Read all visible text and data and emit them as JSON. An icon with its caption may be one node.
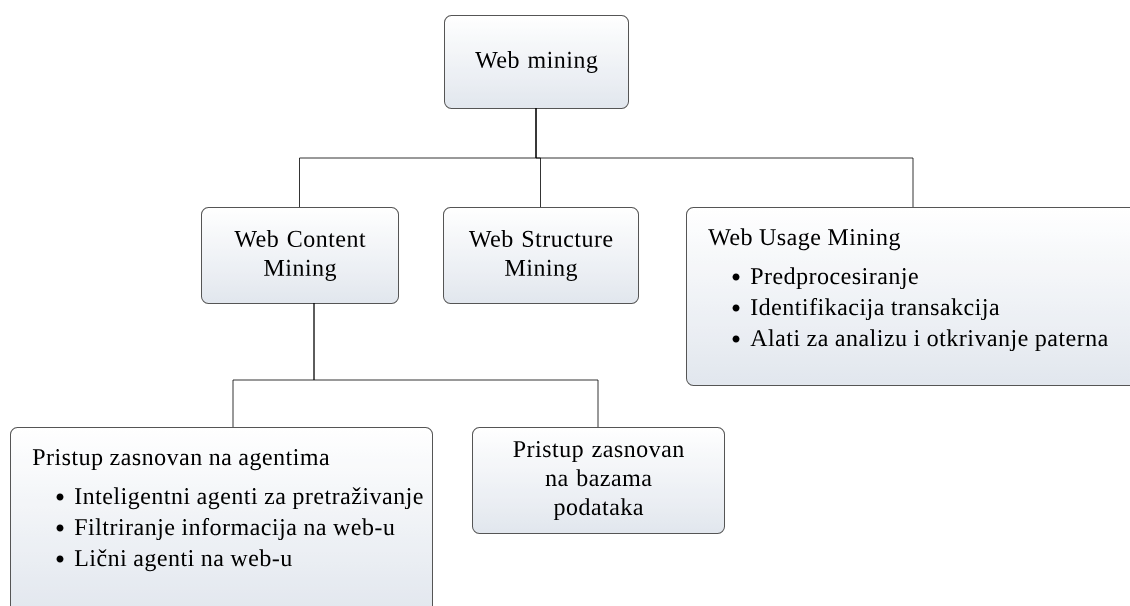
{
  "diagram": {
    "nodes": [
      {
        "text": [
          "Web mining"
        ]
      },
      {
        "text": [
          "Web Content Mining"
        ]
      },
      {
        "text": [
          "Web Structure Mining"
        ]
      },
      {
        "text": [
          "Web Usage Mining",
          "Predprocesiranje",
          "Identifikacija transakcija",
          "Alati za analizu i otkrivanje paterna"
        ]
      },
      {
        "text": [
          "Pristup zasnovan na agentima",
          "Inteligentni agenti za pretraživanje",
          "Filtriranje informacija na web-u",
          "Lični agenti na web-u"
        ]
      },
      {
        "text": [
          "Pristup zasnovan na bazama podataka"
        ]
      }
    ],
    "edges": [
      {
        "from": 0,
        "to": 1,
        "arrow": "none"
      },
      {
        "from": 0,
        "to": 2,
        "arrow": "none"
      },
      {
        "from": 0,
        "to": 3,
        "arrow": "none"
      },
      {
        "from": 1,
        "to": 4,
        "arrow": "none"
      },
      {
        "from": 1,
        "to": 5,
        "arrow": "none"
      }
    ]
  }
}
